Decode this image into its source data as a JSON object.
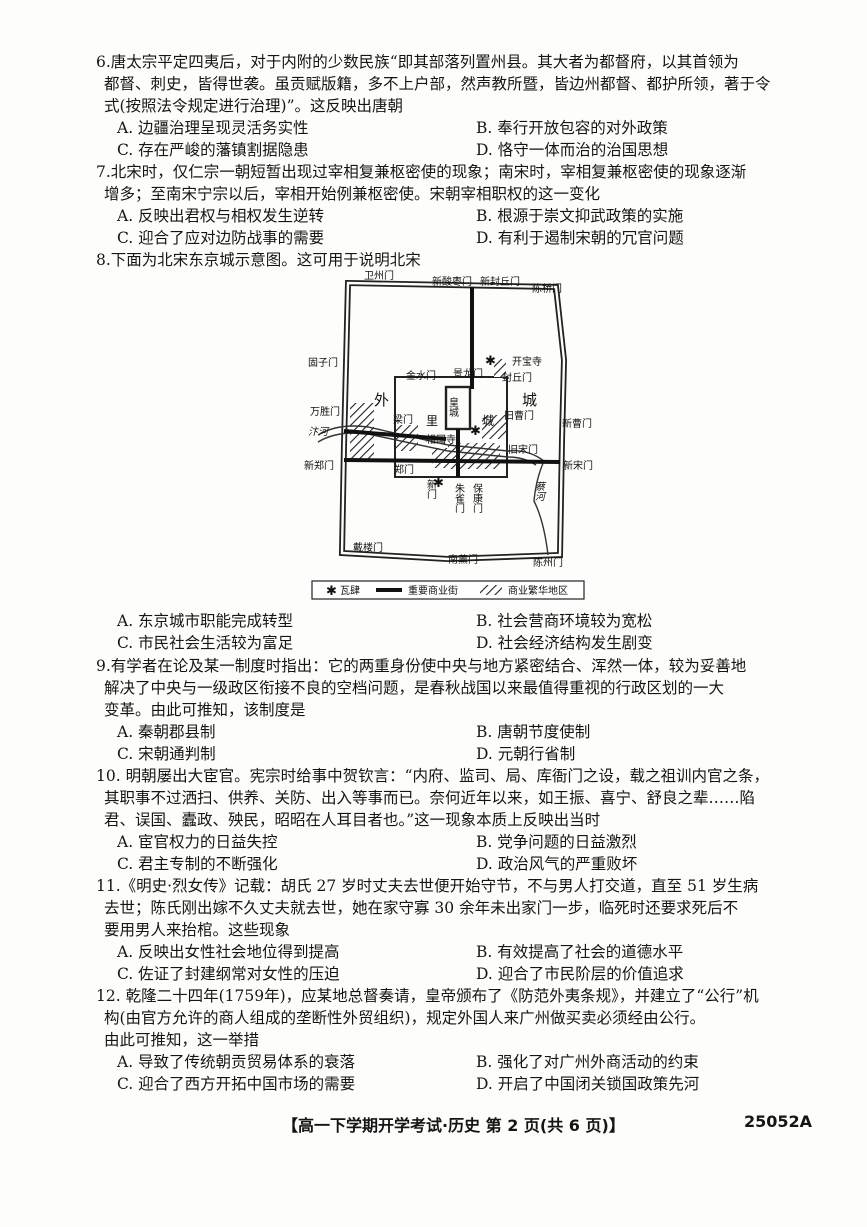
{
  "questions": [
    {
      "lines": [
        "6.唐太宗平定四夷后，对于内附的少数民族“即其部落列置州县。其大者为都督府，以其首领为",
        "都督、刺史，皆得世袭。虽贡赋版籍，多不上户部，然声教所暨，皆边州都督、都护所领，著于令",
        "式(按照法令规定进行治理)”。这反映出唐朝"
      ],
      "options": [
        "A. 边疆治理呈现灵活务实性",
        "B. 奉行开放包容的对外政策",
        "C. 存在严峻的藩镇割据隐患",
        "D. 恪守一体而治的治国思想"
      ]
    },
    {
      "lines": [
        "7.北宋时，仅仁宗一朝短暂出现过宰相复兼枢密使的现象；南宋时，宰相复兼枢密使的现象逐渐",
        "增多；至南宋宁宗以后，宰相开始例兼枢密使。宋朝宰相职权的这一变化"
      ],
      "options": [
        "A. 反映出君权与相权发生逆转",
        "B. 根源于崇文抑武政策的实施",
        "C. 迎合了应对边防战事的需要",
        "D. 有利于遏制宋朝的冗官问题"
      ]
    },
    {
      "lines": [
        "8.下面为北宋东京城示意图。这可用于说明北宋"
      ],
      "options": [
        "A. 东京城市职能完成转型",
        "B. 社会营商环境较为宽松",
        "C. 市民社会生活较为富足",
        "D. 社会经济结构发生剧变"
      ]
    },
    {
      "lines": [
        "9.有学者在论及某一制度时指出：它的两重身份使中央与地方紧密结合、浑然一体，较为妥善地",
        "解决了中央与一级政区衔接不良的空档问题，是春秋战国以来最值得重视的行政区划的一大",
        "变革。由此可推知，该制度是"
      ],
      "options": [
        "A. 秦朝郡县制",
        "B. 唐朝节度使制",
        "C. 宋朝通判制",
        "D. 元朝行省制"
      ]
    },
    {
      "lines": [
        "10. 明朝屡出大宦官。宪宗时给事中贺钦言：“内府、监司、局、库衙门之设，载之祖训内官之条，",
        "其职事不过洒扫、供养、关防、出入等事而已。奈何近年以来，如王振、喜宁、舒良之辈……陷",
        "君、误国、蠹政、殃民，昭昭在人耳目者也。”这一现象本质上反映出当时"
      ],
      "options": [
        "A. 宦官权力的日益失控",
        "B. 党争问题的日益激烈",
        "C. 君主专制的不断强化",
        "D. 政治风气的严重败坏"
      ]
    },
    {
      "lines": [
        "11.《明史·烈女传》记载：胡氏 27 岁时丈夫去世便开始守节，不与男人打交道，直至 51 岁生病",
        "去世；陈氏刚出嫁不久丈夫就去世，她在家守寡 30 余年未出家门一步，临死时还要求死后不",
        "要用男人来抬棺。这些现象"
      ],
      "options": [
        "A. 反映出女性社会地位得到提高",
        "B. 有效提高了社会的道德水平",
        "C. 佐证了封建纲常对女性的压迫",
        "D. 迎合了市民阶层的价值追求"
      ]
    },
    {
      "lines": [
        "12. 乾隆二十四年(1759年)，应某地总督奏请，皇帝颁布了《防范外夷条规》，并建立了“公行”机",
        "构(由官方允许的商人组成的垄断性外贸组织)，规定外国人来广州做买卖必须经由公行。",
        "由此可推知，这一举措"
      ],
      "options": [
        "A. 导致了传统朝贡贸易体系的衰落",
        "B. 强化了对广州外商活动的约束",
        "C. 迎合了西方开拓中国市场的需要",
        "D. 开启了中国闭关锁国政策先河"
      ]
    }
  ],
  "map": {
    "gates": {
      "weizhou": "卫州门",
      "xinsuanzao": "新酸枣门",
      "xinfengqiu": "新封丘门",
      "chenqiao": "陈桥门",
      "guzi": "固子门",
      "wansheng": "万胜门",
      "xinzheng": "新郑门",
      "xincao": "新曹门",
      "xinsong": "新宋门",
      "daiyou": "戴楼门",
      "nanxun": "南薰门",
      "chenzhou": "陈州门",
      "jinshui": "金水门",
      "jinglong": "景龙门",
      "fengqiu": "封丘门",
      "liang": "梁门",
      "jiucao": "旧曹门",
      "jiusong": "旧宋门",
      "zheng": "郑门",
      "xinmen": "新门",
      "zhuque": "朱雀门",
      "baokang": "保康门"
    },
    "labels": {
      "outer_1": "外",
      "outer_2": "城",
      "inner_1": "里",
      "inner_2": "城",
      "palace": "皇城",
      "kaibao": "开宝寺",
      "xiangguo": "相国寺",
      "bianhe": "汴河",
      "caihe": "蔡河"
    },
    "legend": {
      "pagoda": "瓦肆",
      "street": "重要商业街",
      "district": "商业繁华地区"
    }
  },
  "footer": {
    "text": "【高一下学期开学考试·历史  第 2 页(共 6 页)】",
    "code": "25052A"
  }
}
